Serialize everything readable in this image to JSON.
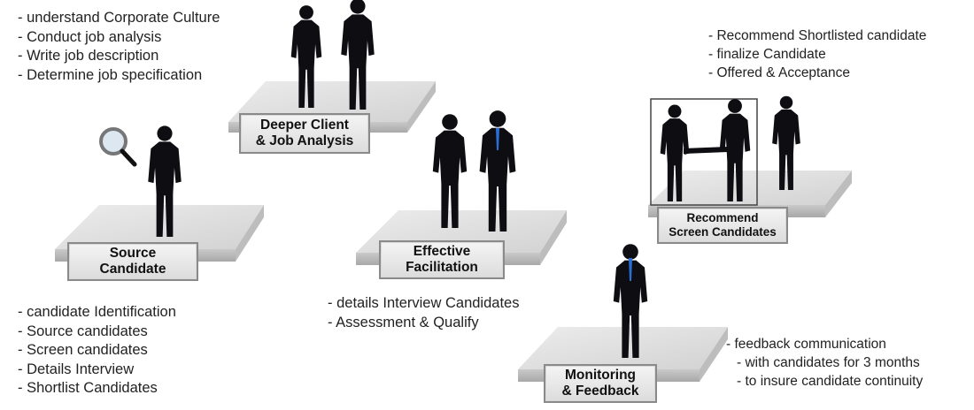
{
  "stages": [
    {
      "id": "source",
      "line1": "Source",
      "line2": "Candidate"
    },
    {
      "id": "deeper",
      "line1": "Deeper Client",
      "line2": "& Job Analysis"
    },
    {
      "id": "facilitation",
      "line1": "Effective",
      "line2": "Facilitation"
    },
    {
      "id": "recommend",
      "line1": "Recommend",
      "line2": "Screen Candidates"
    },
    {
      "id": "monitoring",
      "line1": "Monitoring",
      "line2": "& Feedback"
    }
  ],
  "notes": {
    "deeper": [
      "understand Corporate Culture",
      "Conduct job analysis",
      "Write job description",
      "Determine job specification"
    ],
    "recommend": [
      "Recommend  Shortlisted candidate",
      "finalize  Candidate",
      "Offered & Acceptance"
    ],
    "source": [
      "candidate Identification",
      "Source candidates",
      "Screen candidates",
      "Details Interview",
      "Shortlist Candidates"
    ],
    "facilitation": [
      "details Interview Candidates",
      "Assessment & Qualify"
    ],
    "monitoring": [
      "feedback communication",
      "with candidates for 3 months",
      "to insure candidate continuity"
    ]
  },
  "colors": {
    "platform_top": "#dedede",
    "platform_side": "#b9b9b9",
    "silhouette": "#0d0d12",
    "tie": "#2b6fd6"
  },
  "icons": [
    "magnifier-icon",
    "person-silhouette-icon",
    "handshake-icon"
  ]
}
